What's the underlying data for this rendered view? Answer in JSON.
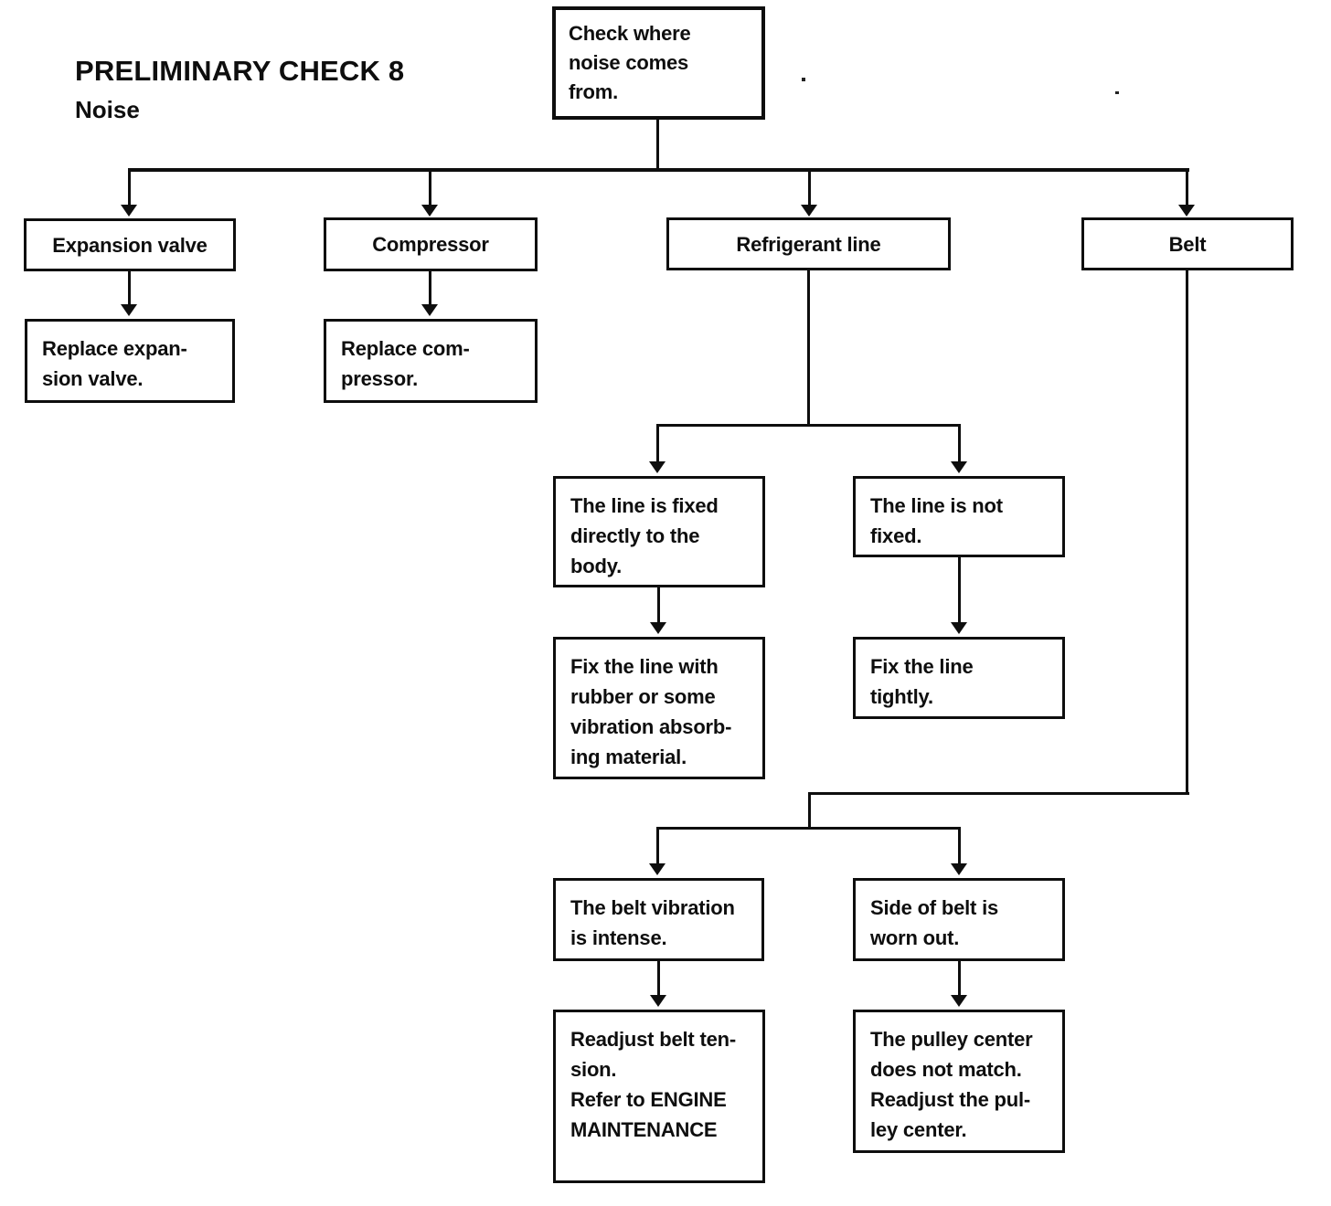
{
  "page": {
    "heading": "PRELIMINARY CHECK 8",
    "subheading": "Noise"
  },
  "colors": {
    "ink": "#0e0e0e",
    "paper": "#ffffff"
  },
  "nodes": {
    "start": {
      "text": "Check where\nnoise comes\nfrom."
    },
    "expansion_valve": {
      "text": "Expansion valve"
    },
    "compressor": {
      "text": "Compressor"
    },
    "refrigerant_line": {
      "text": "Refrigerant line"
    },
    "belt": {
      "text": "Belt"
    },
    "replace_expansion_valve": {
      "text": "Replace expan-\nsion valve."
    },
    "replace_compressor": {
      "text": "Replace com-\npressor."
    },
    "line_fixed_to_body": {
      "text": "The line is fixed\ndirectly to the\nbody."
    },
    "line_not_fixed": {
      "text": "The line is not\nfixed."
    },
    "fix_line_with_rubber": {
      "text": "Fix the line with\nrubber or some\nvibration absorb-\ning material."
    },
    "fix_line_tightly": {
      "text": "Fix the line\ntightly."
    },
    "belt_vibration_intense": {
      "text": "The belt vibration\nis intense."
    },
    "side_of_belt_worn": {
      "text": "Side of belt is\nworn out."
    },
    "readjust_belt_tension": {
      "text": "Readjust belt ten-\nsion.\nRefer to ENGINE\nMAINTENANCE"
    },
    "pulley_center_mismatch": {
      "text": "The pulley center\ndoes not match.\nReadjust the pul-\nley center."
    }
  }
}
